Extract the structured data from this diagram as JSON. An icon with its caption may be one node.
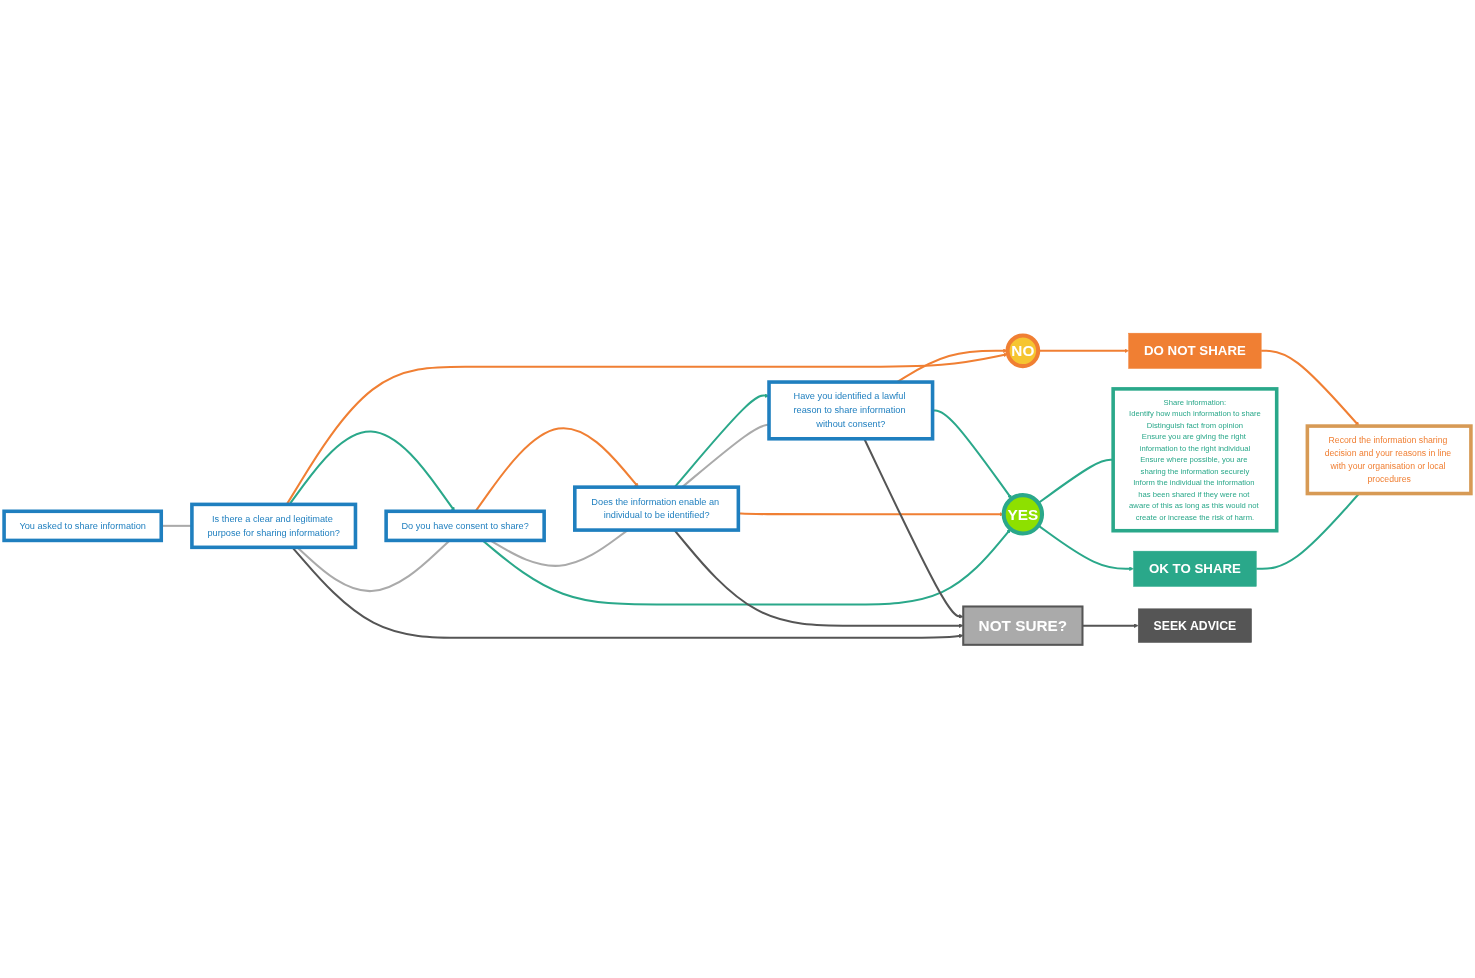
{
  "diagram": {
    "nodes": [
      {
        "text": [
          "You asked to share information"
        ]
      },
      {
        "text": [
          "Is there a clear and legitimate purpose for sharing information?"
        ]
      },
      {
        "text": [
          "Do you have consent to share?"
        ]
      },
      {
        "text": [
          "Does the information enable an individual to be identified?"
        ]
      },
      {
        "text": [
          "Have you identified a lawful reason to share information without consent?"
        ]
      },
      {
        "text": [
          "YES"
        ]
      },
      {
        "text": [
          "OK TO SHARE"
        ]
      },
      {
        "text": [
          "Share information:",
          "Identify how much information to share",
          "Distinguish fact from opinion",
          "Ensure you are giving the right information to the right individual",
          "Ensure where possible, you are sharing the information securely",
          "Inform the individual the information has been shared if they were not aware of this as long as this would not create or increase the risk of harm."
        ]
      },
      {
        "text": [
          "Record the information sharing decision and your reasons in line with your organisation or local procedures"
        ]
      },
      {
        "text": [
          "NO"
        ]
      },
      {
        "text": [
          "DO NOT SHARE"
        ]
      },
      {
        "text": [
          "NOT SURE?"
        ]
      },
      {
        "text": [
          "SEEK ADVICE"
        ]
      }
    ],
    "edges": [
      {
        "from": 0,
        "to": 1,
        "arrow": "none",
        "color": "#aaaaaa"
      },
      {
        "from": 1,
        "to": 2,
        "arrow": "none",
        "color": "#aaaaaa"
      },
      {
        "from": 2,
        "to": 3,
        "arrow": "none",
        "color": "#aaaaaa"
      },
      {
        "from": 3,
        "to": 4,
        "arrow": "none",
        "color": "#aaaaaa"
      },
      {
        "from": 1,
        "to": 2,
        "arrow": "to"
      },
      {
        "from": 1,
        "to": 9,
        "arrow": "to",
        "color": "#f07f33"
      },
      {
        "from": 1,
        "to": 11,
        "arrow": "to",
        "color": "#555555"
      },
      {
        "from": 2,
        "to": 5,
        "arrow": "to"
      },
      {
        "from": 2,
        "to": 3,
        "arrow": "to",
        "color": "#f07f33"
      },
      {
        "from": 3,
        "to": 5,
        "arrow": "to",
        "color": "#f07f33"
      },
      {
        "from": 3,
        "to": 4,
        "arrow": "to"
      },
      {
        "from": 3,
        "to": 11,
        "arrow": "to",
        "color": "#555555"
      },
      {
        "from": 4,
        "to": 5,
        "arrow": "to"
      },
      {
        "from": 4,
        "to": 9,
        "arrow": "to",
        "color": "#f07f33"
      },
      {
        "from": 4,
        "to": 11,
        "arrow": "to",
        "color": "#555555"
      },
      {
        "from": 5,
        "to": 6,
        "arrow": "to"
      },
      {
        "from": 5,
        "to": 7,
        "arrow": "none"
      },
      {
        "from": 6,
        "to": 8,
        "arrow": "none"
      },
      {
        "from": 9,
        "to": 10,
        "arrow": "to",
        "color": "#f07f33"
      },
      {
        "from": 10,
        "to": 8,
        "arrow": "to",
        "color": "#f07f33"
      },
      {
        "from": 11,
        "to": 12,
        "arrow": "to",
        "color": "#555555"
      }
    ]
  }
}
